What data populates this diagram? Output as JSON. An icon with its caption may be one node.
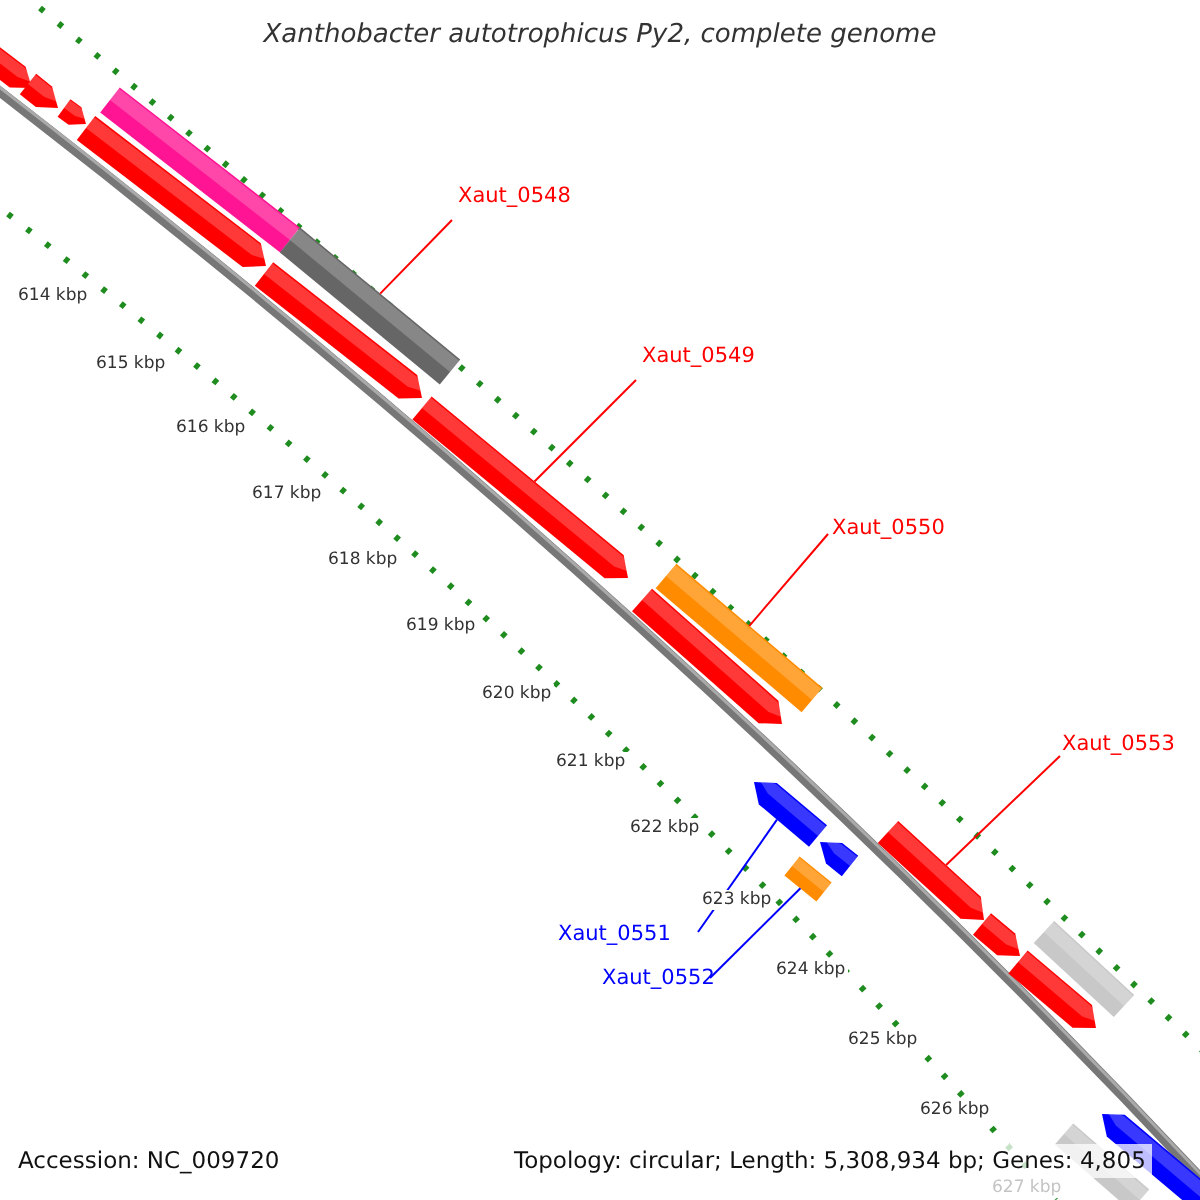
{
  "diagram": {
    "title": "Xanthobacter autotrophicus Py2, complete genome",
    "nodes": [
      {
        "text": [
          "Xaut_0548"
        ]
      },
      {
        "text": [
          "Xaut_0549"
        ]
      },
      {
        "text": [
          "Xaut_0550"
        ]
      },
      {
        "text": [
          "Xaut_0553"
        ]
      },
      {
        "text": [
          "Xaut_0551"
        ]
      },
      {
        "text": [
          "Xaut_0552"
        ]
      },
      {
        "text": [],
        "shape": "pentagon"
      },
      {
        "text": [],
        "shape": "pentagon"
      },
      {
        "text": [],
        "shape": "pentagon"
      },
      {
        "text": [],
        "shape": "box"
      },
      {
        "text": [],
        "shape": "pentagon"
      },
      {
        "text": [],
        "shape": "box"
      },
      {
        "text": [],
        "shape": "pentagon"
      },
      {
        "text": [],
        "shape": "pentagon"
      },
      {
        "text": [],
        "shape": "box"
      },
      {
        "text": [],
        "shape": "pentagon"
      },
      {
        "text": [],
        "shape": "pentagon"
      },
      {
        "text": [],
        "shape": "pentagon"
      },
      {
        "text": [],
        "shape": "box"
      },
      {
        "text": [],
        "shape": "pentagon"
      },
      {
        "text": [],
        "shape": "pentagon"
      },
      {
        "text": [],
        "shape": "box"
      },
      {
        "text": [],
        "shape": "pentagon"
      },
      {
        "text": [],
        "shape": "box"
      },
      {
        "text": [],
        "shape": "pentagon"
      }
    ],
    "edges": [
      {
        "from": 0,
        "to": 11,
        "arrow": "none"
      },
      {
        "from": 1,
        "to": 13,
        "arrow": "none"
      },
      {
        "from": 2,
        "to": 14,
        "arrow": "none"
      },
      {
        "from": 3,
        "to": 19,
        "arrow": "none"
      },
      {
        "from": 4,
        "to": 16,
        "arrow": "none",
        "color": "#0000ff"
      },
      {
        "from": 5,
        "to": 18,
        "arrow": "none",
        "color": "#0000ff"
      }
    ],
    "labels": [
      "614 kbp",
      "615 kbp",
      "616 kbp",
      "617 kbp",
      "618 kbp",
      "619 kbp",
      "620 kbp",
      "621 kbp",
      "622 kbp",
      "623 kbp",
      "624 kbp",
      "625 kbp",
      "626 kbp",
      "627 kbp",
      "Accession: NC_009720",
      "Topology: circular; Length: 5,308,934 bp; Genes: 4,805"
    ]
  }
}
